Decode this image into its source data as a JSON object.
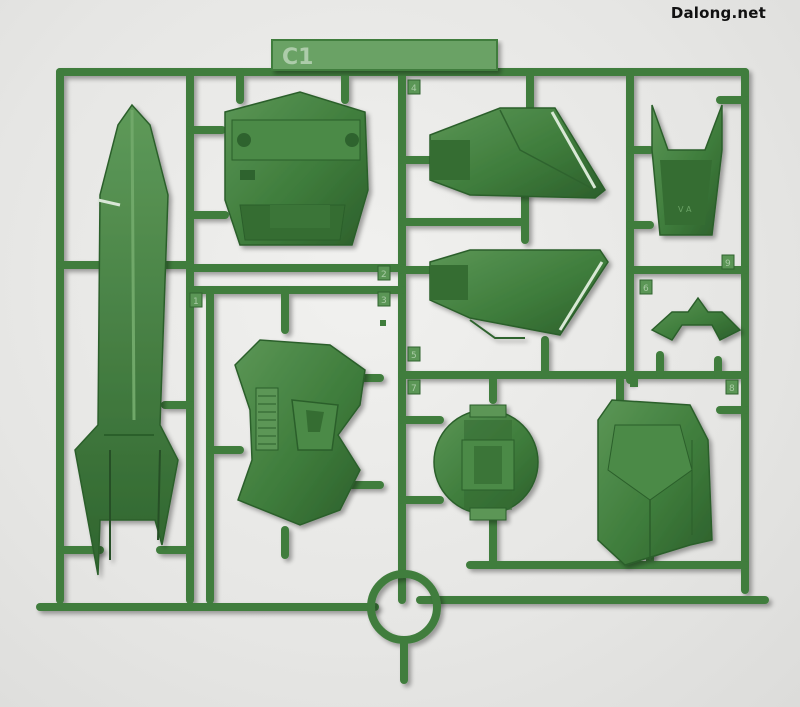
{
  "watermark": "Dalong.net",
  "sprue_tag": "C1",
  "part_numbers": [
    "1",
    "2",
    "3",
    "4",
    "5",
    "6",
    "7",
    "8",
    "9"
  ],
  "colors": {
    "plastic": "#3f7d3c",
    "plastic_dark": "#2f632e",
    "plastic_light": "#6aa265",
    "background": "#e9e9e7"
  }
}
